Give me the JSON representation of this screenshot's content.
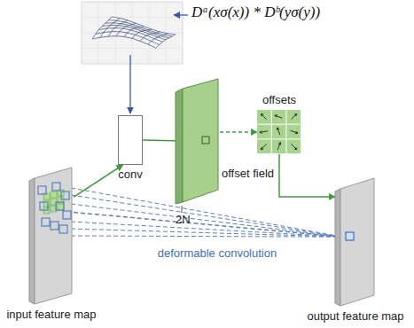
{
  "diagram": {
    "nodes": [
      {
        "text": [
          "input feature map"
        ]
      },
      {
        "text": [
          "conv"
        ]
      },
      {
        "text": [
          "offset field"
        ]
      },
      {
        "text": [
          "offsets"
        ]
      },
      {
        "text": [
          "output feature map"
        ]
      }
    ],
    "edges": [
      {
        "from": 0,
        "to": 1,
        "arrow": "to"
      },
      {
        "from": 1,
        "to": 2,
        "arrow": "to"
      },
      {
        "from": 2,
        "to": 3,
        "arrow": "to"
      },
      {
        "from": 3,
        "to": 4,
        "arrow": "to"
      },
      {
        "from": 0,
        "to": 4,
        "label": "deformable convolution",
        "arrow": "to"
      }
    ],
    "labels": [
      "Dᵃ(xσ(x)) * Dᵇ(yσ(y))",
      "2N"
    ]
  }
}
